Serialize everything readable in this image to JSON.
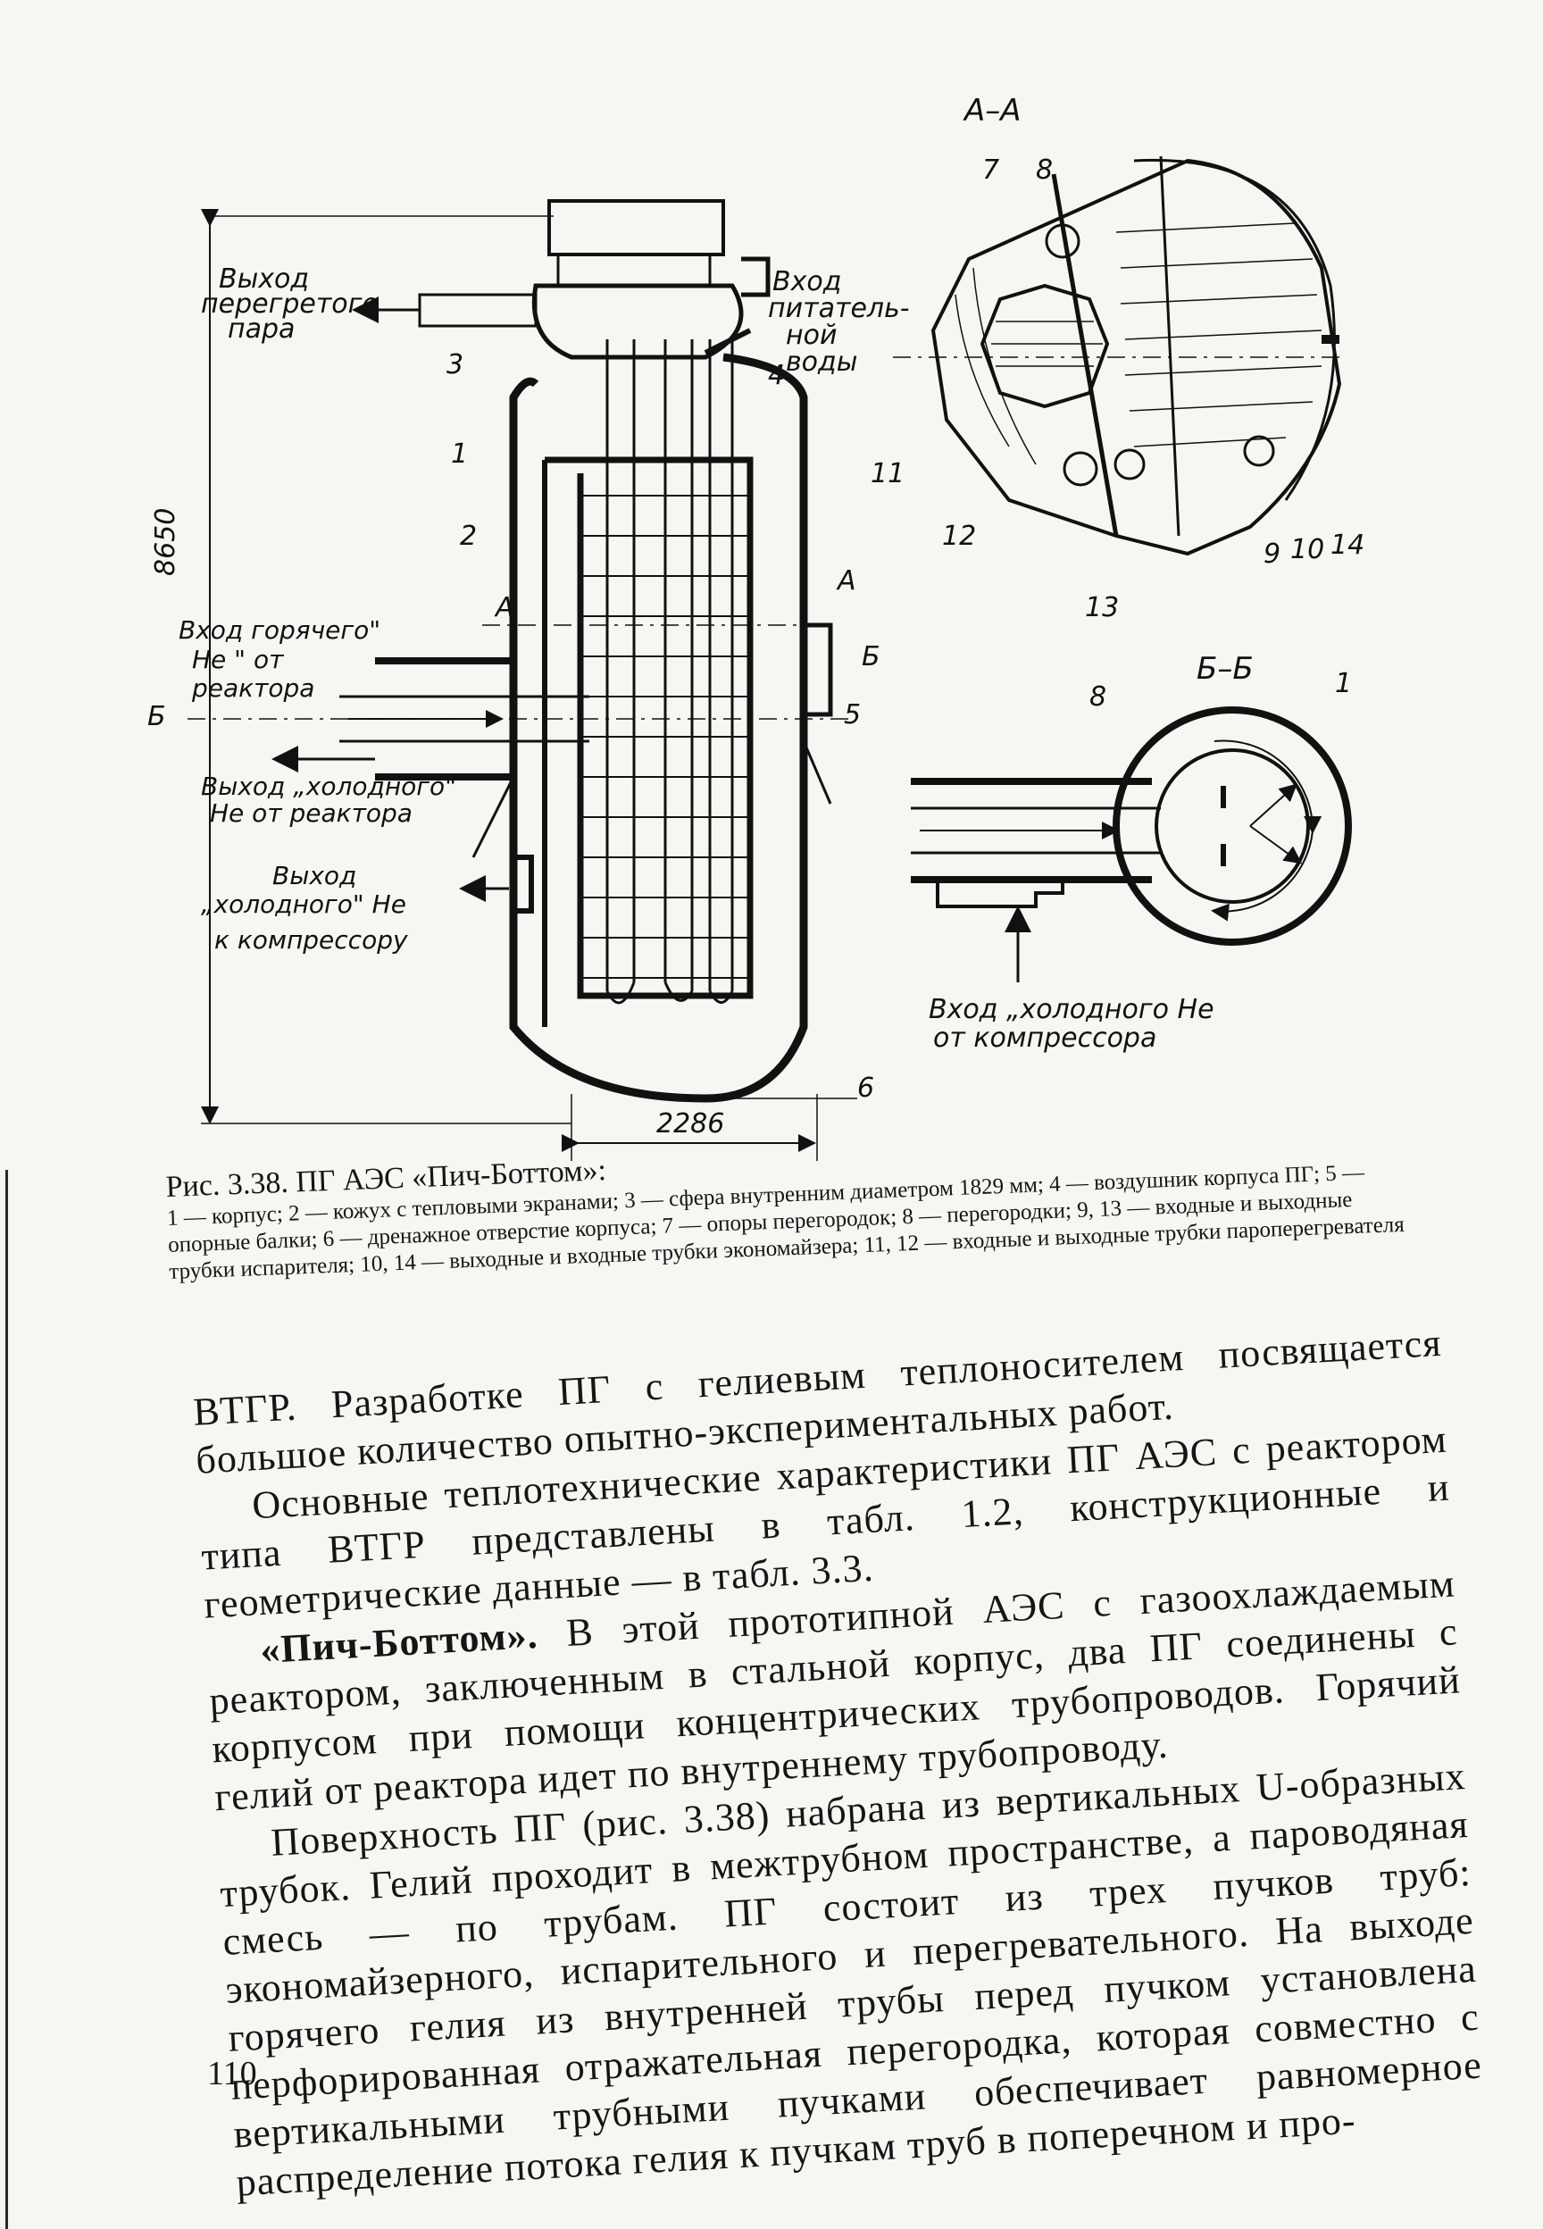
{
  "figure": {
    "section_aa": "А–А",
    "section_bb": "Б–Б",
    "labels": {
      "steam_out": [
        "Выход",
        "перегретого",
        "пара"
      ],
      "feedwater_in": [
        "Вход",
        "питатель-",
        "ной",
        "воды"
      ],
      "hot_he_in": [
        "Вход горячего\"",
        "Не \" от",
        "реактора"
      ],
      "cold_he_out_reactor": [
        "Выход „холодного\"",
        "Не от реактора"
      ],
      "cold_he_out_compressor": [
        "Выход",
        "„холодного\" Не",
        "к компрессору"
      ],
      "cold_he_in_compressor": [
        "Вход „холодного Не",
        "от компрессора"
      ]
    },
    "dim_height": "8650",
    "dim_width": "2286",
    "section_marks": {
      "a": "А",
      "b": "Б"
    },
    "part_numbers": {
      "n1": "1",
      "n2": "2",
      "n3": "3",
      "n4": "4",
      "n5": "5",
      "n6": "6",
      "aa_7": "7",
      "aa_8": "8",
      "aa_11": "11",
      "aa_12": "12",
      "aa_13": "13",
      "aa_9": "9",
      "aa_10": "10",
      "aa_14": "14",
      "bb_8": "8",
      "bb_1": "1"
    }
  },
  "caption": {
    "title": "Рис. 3.38. ПГ АЭС «Пич-Боттом»:",
    "legend": "1 — корпус; 2 — кожух с тепловыми экранами; 3 — сфера внутренним диаметром 1829 мм; 4 — воздушник корпуса ПГ; 5 — опорные балки; 6 — дренажное отверстие корпуса; 7 — опоры перегородок; 8 — перегородки; 9, 13 — входные и выходные трубки испарителя; 10, 14 — выходные и входные трубки экономайзера; 11, 12 — входные и выходные трубки пароперегревателя"
  },
  "body": {
    "p1": "ВТГР. Разработке ПГ с гелиевым теплоносителем посвящается большое количество опытно-экспериментальных работ.",
    "p2": "Основные теплотехнические характеристики ПГ АЭС с реактором типа ВТГР представлены в табл. 1.2, конструкционные и геометрические данные — в табл. 3.3.",
    "p3_bold": "«Пич-Боттом».",
    "p3_rest": " В этой прототипной АЭС с газоохлаждаемым реактором, заключенным в стальной корпус, два ПГ соединены с корпусом при помощи концентрических трубопроводов. Горячий гелий от реактора идет по внутреннему трубопроводу.",
    "p4": "Поверхность ПГ (рис. 3.38) набрана из вертикальных U-образных трубок. Гелий проходит в межтрубном пространстве, а пароводяная смесь — по трубам. ПГ состоит из трех пучков труб: экономайзерного, испарительного и перегревательного. На выходе горячего гелия из внутренней трубы перед пучком установлена перфорированная отражательная перегородка, которая совместно с вертикальными трубными пучками обеспечивает равномерное распределение потока гелия к пучкам труб в поперечном и про-"
  },
  "page_number": "110"
}
